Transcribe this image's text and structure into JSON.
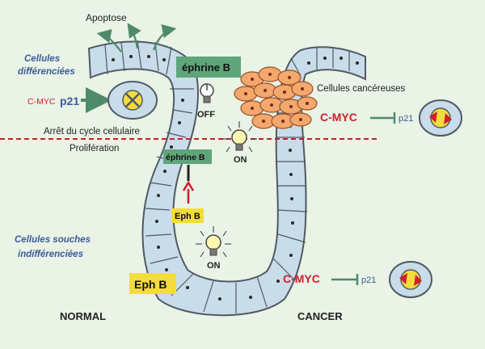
{
  "labels": {
    "apoptose": "Apoptose",
    "cellules_diff_1": "Cellules",
    "cellules_diff_2": "différenciées",
    "cmyc_small": "C-MYC",
    "p21_bold": "p21",
    "ephrine_b_top": "éphrine B",
    "off": "OFF",
    "cellules_cancereuses": "Cellules cancéreuses",
    "cmyc_cancer_1": "C-MYC",
    "p21_cancer_1": "p21",
    "arret": "Arrêt du cycle cellulaire",
    "proliferation": "Prolifération",
    "on_upper": "ON",
    "ephrine_b_mid": "éphrine B",
    "eph_b_mid": "Eph B",
    "cellules_souches_1": "Cellules souches",
    "cellules_souches_2": "indifférenciées",
    "on_lower": "ON",
    "eph_b_bottom": "Eph B",
    "cmyc_cancer_2": "C-MYC",
    "p21_cancer_2": "p21",
    "normal": "NORMAL",
    "cancer": "CANCER"
  },
  "colors": {
    "background": "#e9f3e6",
    "epithelium": "#c9dcea",
    "outline": "#505a62",
    "green_box": "#5fa57a",
    "yellow_box": "#f4dc3c",
    "red": "#d0202e",
    "cancer_cell": "#f4a86e",
    "arrow_green": "#4f8a6a",
    "dashed": "#c8202a",
    "blue_text": "#3c5c9a"
  }
}
